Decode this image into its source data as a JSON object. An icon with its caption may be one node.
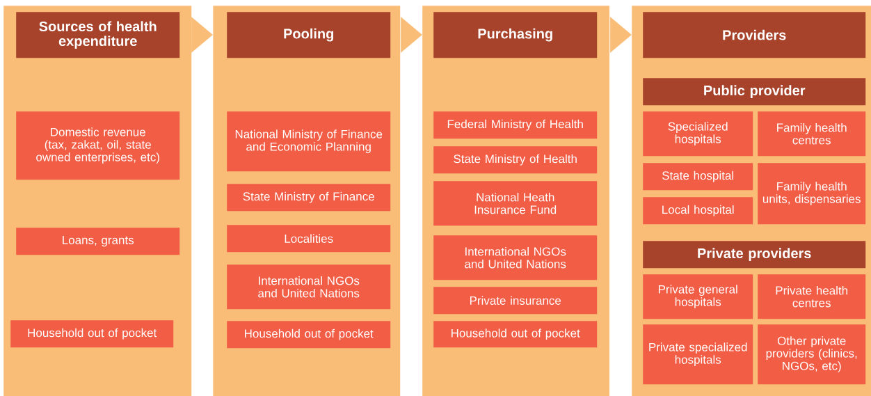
{
  "diagram": {
    "nodes": [
      {
        "text": [
          "Sources of health expenditure"
        ]
      },
      {
        "text": [
          "Domestic revenue (tax, zakat, oil, state owned enterprises, etc)"
        ],
        "in": 0
      },
      {
        "text": [
          "Loans, grants"
        ],
        "in": 0
      },
      {
        "text": [
          "Household out of pocket"
        ],
        "in": 0
      },
      {
        "text": [
          "Pooling"
        ]
      },
      {
        "text": [
          "National Ministry of Finance and Economic Planning"
        ],
        "in": 4
      },
      {
        "text": [
          "State Ministry of Finance"
        ],
        "in": 4
      },
      {
        "text": [
          "Localities"
        ],
        "in": 4
      },
      {
        "text": [
          "International NGOs and United Nations"
        ],
        "in": 4
      },
      {
        "text": [
          "Household out of pocket"
        ],
        "in": 4
      },
      {
        "text": [
          "Purchasing"
        ]
      },
      {
        "text": [
          "Federal Ministry of Health"
        ],
        "in": 10
      },
      {
        "text": [
          "State Ministry of Health"
        ],
        "in": 10
      },
      {
        "text": [
          "National Heath Insurance Fund"
        ],
        "in": 10
      },
      {
        "text": [
          "International NGOs and United Nations"
        ],
        "in": 10
      },
      {
        "text": [
          "Private insurance"
        ],
        "in": 10
      },
      {
        "text": [
          "Household out of pocket"
        ],
        "in": 10
      },
      {
        "text": [
          "Providers"
        ]
      },
      {
        "text": [
          "Public provider"
        ],
        "in": 17
      },
      {
        "text": [
          "Specialized hospitals"
        ],
        "in": 17
      },
      {
        "text": [
          "Family health centres"
        ],
        "in": 17
      },
      {
        "text": [
          "State hospital"
        ],
        "in": 17
      },
      {
        "text": [
          "Family health units, dispensaries"
        ],
        "in": 17
      },
      {
        "text": [
          "Local hospital"
        ],
        "in": 17
      },
      {
        "text": [
          "Private providers"
        ],
        "in": 17
      },
      {
        "text": [
          "Private general hospitals"
        ],
        "in": 17
      },
      {
        "text": [
          "Private health centres"
        ],
        "in": 17
      },
      {
        "text": [
          "Private specialized hospitals"
        ],
        "in": 17
      },
      {
        "text": [
          "Other private providers (clinics, NGOs, etc)"
        ],
        "in": 17
      }
    ],
    "edges": [
      {
        "from": 0,
        "to": 4,
        "arrow": "to"
      },
      {
        "from": 4,
        "to": 10,
        "arrow": "to"
      },
      {
        "from": 10,
        "to": 17,
        "arrow": "to"
      }
    ]
  }
}
